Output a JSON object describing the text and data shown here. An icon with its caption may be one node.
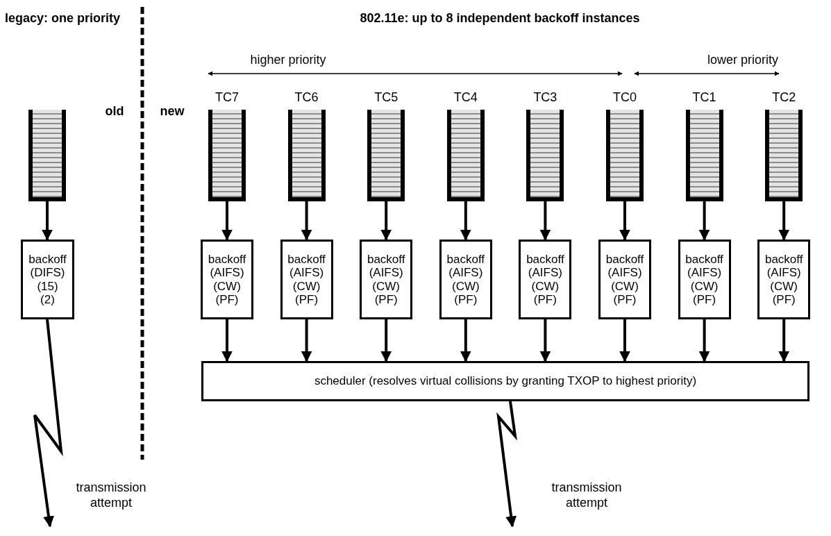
{
  "diagram": {
    "nodes": [
      {
        "text": [],
        "shape": "box"
      },
      {
        "text": [
          "backoff (DIFS) (15) (2)"
        ]
      },
      {
        "text": [
          "TC7"
        ]
      },
      {
        "text": [
          "TC6"
        ]
      },
      {
        "text": [
          "TC5"
        ]
      },
      {
        "text": [
          "TC4"
        ]
      },
      {
        "text": [
          "TC3"
        ]
      },
      {
        "text": [
          "TC0"
        ]
      },
      {
        "text": [
          "TC1"
        ]
      },
      {
        "text": [
          "TC2"
        ]
      },
      {
        "text": [
          "backoff (AIFS) (CW) (PF)"
        ]
      },
      {
        "text": [
          "backoff (AIFS) (CW) (PF)"
        ]
      },
      {
        "text": [
          "backoff (AIFS) (CW) (PF)"
        ]
      },
      {
        "text": [
          "backoff (AIFS) (CW) (PF)"
        ]
      },
      {
        "text": [
          "backoff (AIFS) (CW) (PF)"
        ]
      },
      {
        "text": [
          "backoff (AIFS) (CW) (PF)"
        ]
      },
      {
        "text": [
          "backoff (AIFS) (CW) (PF)"
        ]
      },
      {
        "text": [
          "backoff (AIFS) (CW) (PF)"
        ]
      },
      {
        "text": [
          "scheduler (resolves virtual collisions by granting TXOP to highest priority)"
        ]
      }
    ],
    "edges": [
      {
        "from": 0,
        "to": 1,
        "arrow": "to"
      },
      {
        "from": 2,
        "to": 10,
        "arrow": "to"
      },
      {
        "from": 3,
        "to": 11,
        "arrow": "to"
      },
      {
        "from": 4,
        "to": 12,
        "arrow": "to"
      },
      {
        "from": 5,
        "to": 13,
        "arrow": "to"
      },
      {
        "from": 6,
        "to": 14,
        "arrow": "to"
      },
      {
        "from": 7,
        "to": 15,
        "arrow": "to"
      },
      {
        "from": 8,
        "to": 16,
        "arrow": "to"
      },
      {
        "from": 9,
        "to": 17,
        "arrow": "to"
      },
      {
        "from": 10,
        "to": 18,
        "arrow": "to"
      },
      {
        "from": 11,
        "to": 18,
        "arrow": "to"
      },
      {
        "from": 12,
        "to": 18,
        "arrow": "to"
      },
      {
        "from": 13,
        "to": 18,
        "arrow": "to"
      },
      {
        "from": 14,
        "to": 18,
        "arrow": "to"
      },
      {
        "from": 15,
        "to": 18,
        "arrow": "to"
      },
      {
        "from": 16,
        "to": 18,
        "arrow": "to"
      },
      {
        "from": 17,
        "to": 18,
        "arrow": "to"
      },
      {
        "from": 1,
        "to": null,
        "arrow": "to",
        "label": "transmission attempt"
      },
      {
        "from": 18,
        "to": null,
        "arrow": "to",
        "label": "transmission attempt"
      }
    ],
    "labels": [
      "legacy: one priority",
      "802.11e: up to 8 independent backoff instances",
      "higher priority",
      "lower priority",
      "old",
      "new"
    ]
  }
}
